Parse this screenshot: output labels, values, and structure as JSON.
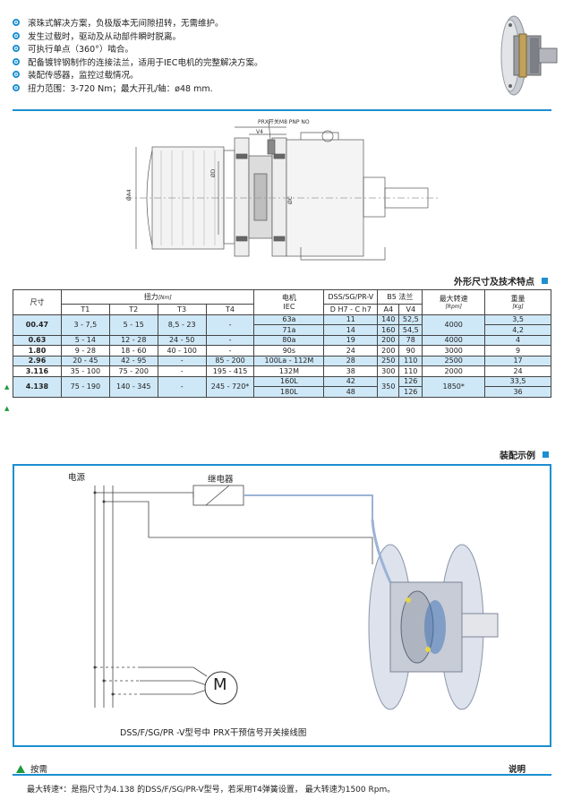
{
  "features": [
    "滚珠式解决方案，负极版本无间隙扭转，无需维护。",
    "发生过载时，驱动及从动部件瞬时脱离。",
    "可执行单点（360°）啮合。",
    "配备镀锌钢制作的连接法兰，适用于IEC电机的完整解决方案。",
    "装配传感器，监控过载情况。",
    "扭力范围：3-720 Nm；最大开孔/轴：ø48 mm."
  ],
  "drawing": {
    "prx_label": "PRX开关M8 PNP NO",
    "v4_label": "V4",
    "a4_label": "ØA4",
    "d1_label": "ØD",
    "d2_label": "ØC"
  },
  "table_section_title": "外形尺寸及技术特点",
  "table": {
    "headers": {
      "size": "尺寸",
      "torque": "扭力",
      "torque_unit": "[Nm]",
      "t1": "T1",
      "t2": "T2",
      "t3": "T3",
      "t4": "T4",
      "motor": "电机",
      "motor_sub": "IEC",
      "dss": "DSS/SG/PR-V",
      "dss_sub": "D H7 - C h7",
      "b5": "B5 法兰",
      "a4": "A4",
      "v4": "V4",
      "max_speed": "最大转速",
      "max_speed_unit": "[Rpm]",
      "weight": "重量",
      "weight_unit": "[Kg]"
    },
    "rows": [
      {
        "size": "00.47",
        "t1": "3 - 7,5",
        "t2": "5 - 15",
        "t3": "8,5 - 23",
        "t4": "-",
        "motors": [
          {
            "iec": "63a",
            "dss": "11",
            "a4": "140",
            "v4": "52,5",
            "w": "3,5"
          },
          {
            "iec": "71a",
            "dss": "14",
            "a4": "160",
            "v4": "54,5",
            "w": "4,2"
          }
        ],
        "speed": "4000",
        "hl": true
      },
      {
        "size": "0.63",
        "t1": "5 - 14",
        "t2": "12 - 28",
        "t3": "24 - 50",
        "t4": "-",
        "motors": [
          {
            "iec": "80a",
            "dss": "19",
            "a4": "200",
            "v4": "78",
            "w": "4"
          }
        ],
        "speed": "4000",
        "hl": true
      },
      {
        "size": "1.80",
        "t1": "9 - 28",
        "t2": "18 - 60",
        "t3": "40 - 100",
        "t4": "-",
        "motors": [
          {
            "iec": "90s",
            "dss": "24",
            "a4": "200",
            "v4": "90",
            "w": "9"
          }
        ],
        "speed": "3000",
        "hl": false
      },
      {
        "size": "2.96",
        "t1": "20 - 45",
        "t2": "42 - 95",
        "t3": "-",
        "t4": "85 - 200",
        "motors": [
          {
            "iec": "100La - 112M",
            "dss": "28",
            "a4": "250",
            "v4": "110",
            "w": "17"
          }
        ],
        "speed": "2500",
        "hl": true
      },
      {
        "size": "3.116",
        "t1": "35 - 100",
        "t2": "75 - 200",
        "t3": "-",
        "t4": "195 - 415",
        "motors": [
          {
            "iec": "132M",
            "dss": "38",
            "a4": "300",
            "v4": "110",
            "w": "24"
          }
        ],
        "speed": "2000",
        "hl": false
      },
      {
        "size": "4.138",
        "t1": "75 - 190",
        "t2": "140 - 345",
        "t3": "-",
        "t4": "245 - 720*",
        "motors": [
          {
            "iec": "160L",
            "dss": "42",
            "a4": "350",
            "v4": "126",
            "w": "33,5"
          },
          {
            "iec": "180L",
            "dss": "48",
            "a4": "350",
            "v4": "126",
            "w": "36"
          }
        ],
        "speed": "1850*",
        "hl": true
      }
    ],
    "marker": "▲"
  },
  "assembly_section_title": "装配示例",
  "wiring": {
    "power_label": "电源",
    "relay_label": "继电器",
    "motor_label": "M",
    "caption": "DSS/F/SG/PR -V型号中 PRX干预信号开关接线图"
  },
  "legend": {
    "on_demand": "按需",
    "notes_title": "说明",
    "footnote": "最大转速*：是指尺寸为4.138 的DSS/F/SG/PR-V型号，若采用T4弹簧设置， 最大转速为1500 Rpm。"
  },
  "colors": {
    "accent": "#1b8fd1",
    "highlight": "#cfe8f7",
    "green": "#1c9a3c"
  }
}
